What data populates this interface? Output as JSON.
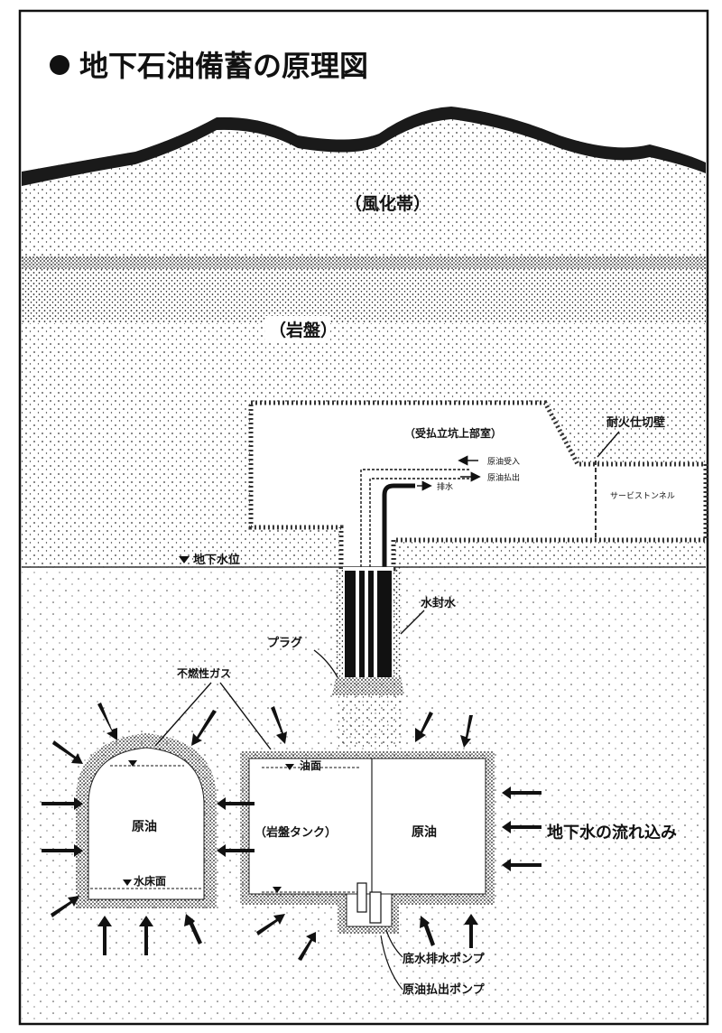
{
  "title": "地下石油備蓄の原理図",
  "layers": {
    "weathered": "（風化帯）",
    "bedrock": "（岩盤）"
  },
  "labels": {
    "shaft_room": "（受払立坑上部室）",
    "crude_in": "原油受入",
    "crude_out": "原油払出",
    "drain": "排水",
    "fire_wall": "耐火仕切壁",
    "service_tunnel": "サービストンネル",
    "groundwater_level": "地下水位",
    "water_seal": "水封水",
    "plug": "プラグ",
    "inert_gas": "不燃性ガス",
    "oil_level": "油面",
    "crude_left": "原油",
    "rock_tank": "（岩盤タンク）",
    "crude_right": "原油",
    "water_bed": "水床面",
    "groundwater_inflow": "地下水の流れ込み",
    "seepage_pump": "底水排水ポンプ",
    "crude_pump": "原油払出ポンプ"
  },
  "colors": {
    "ink": "#111111",
    "stipple": "#2a2a2a",
    "paper": "#ffffff"
  },
  "icons": {
    "bullet": "filled-circle-icon",
    "water_level": "triangle-down-icon",
    "flow_arrow": "arrow-icon"
  }
}
